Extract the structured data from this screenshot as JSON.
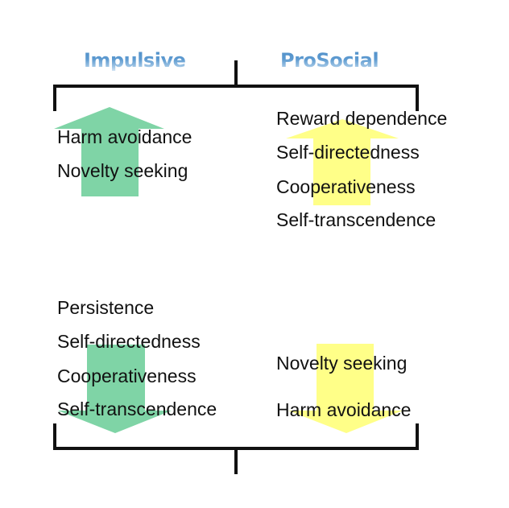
{
  "titles": {
    "left": "Impulsive",
    "right": "ProSocial"
  },
  "colors": {
    "green_arrow": "#7fd4a6",
    "yellow_arrow": "#ffff88",
    "bracket": "#111111",
    "title_blue": "#4f8fc8"
  },
  "quadrants": {
    "top_left": {
      "arrow": "up",
      "color": "green",
      "items": [
        "Harm avoidance",
        "Novelty seeking"
      ]
    },
    "top_right": {
      "arrow": "up",
      "color": "yellow",
      "items": [
        "Reward dependence",
        "Self-directedness",
        "Cooperativeness",
        "Self-transcendence"
      ]
    },
    "bottom_left": {
      "arrow": "down",
      "color": "green",
      "items": [
        "Persistence",
        "Self-directedness",
        "Cooperativeness",
        "Self-transcendence"
      ]
    },
    "bottom_right": {
      "arrow": "down",
      "color": "yellow",
      "items": [
        "Novelty seeking",
        "Harm avoidance"
      ]
    }
  }
}
